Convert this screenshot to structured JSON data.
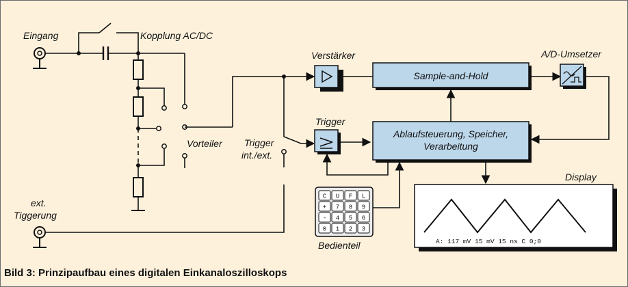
{
  "labels": {
    "eingang": "Eingang",
    "kopplung": "Kopplung AC/DC",
    "vorteiler": "Vorteiler",
    "trigger_intext_1": "Trigger",
    "trigger_intext_2": "int./ext.",
    "ext_1": "ext.",
    "ext_2": "Tiggerung",
    "verstaerker": "Verstärker",
    "ad_umsetzer": "A/D-Umsetzer",
    "trigger": "Trigger",
    "display": "Display",
    "bedienteil": "Bedienteil"
  },
  "blocks": {
    "sample_hold": "Sample-and-Hold",
    "ablauf_1": "Ablaufsteuerung, Speicher,",
    "ablauf_2": "Verarbeitung"
  },
  "display_readout": "A: 117 mV  15 mV  15 ns  C 0;0",
  "keypad": [
    "C",
    "U",
    "F",
    "L",
    "+",
    "7",
    "8",
    "9",
    "-",
    "4",
    "5",
    "6",
    "0",
    "1",
    "2",
    "3"
  ],
  "caption": "Bild 3: Prinzipaufbau eines digitalen Einkanaloszilloskops",
  "colors": {
    "background": "#fdf1dc",
    "block_fill": "#bcd6ea",
    "line": "#111111"
  }
}
